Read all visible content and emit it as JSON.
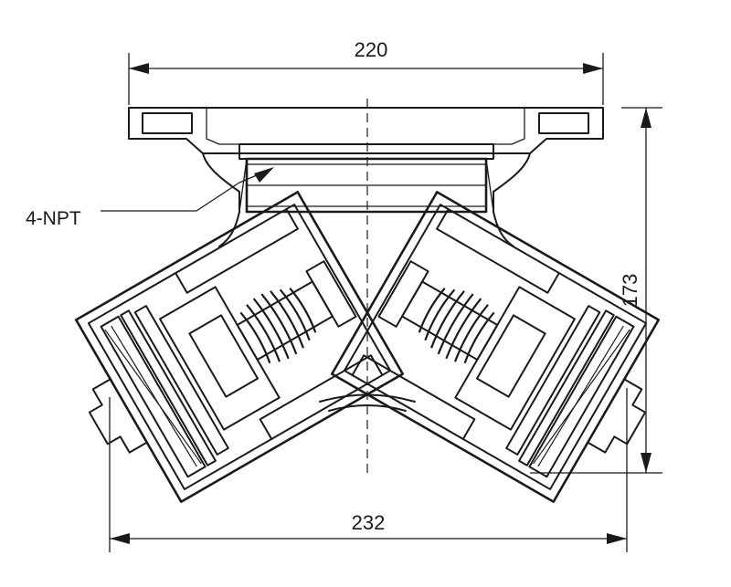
{
  "dimensions": {
    "top_width": "220",
    "height": "173",
    "bottom_width": "232"
  },
  "callouts": {
    "thread": "4-NPT"
  },
  "colors": {
    "line": "#1a1a1a",
    "background": "#ffffff"
  }
}
